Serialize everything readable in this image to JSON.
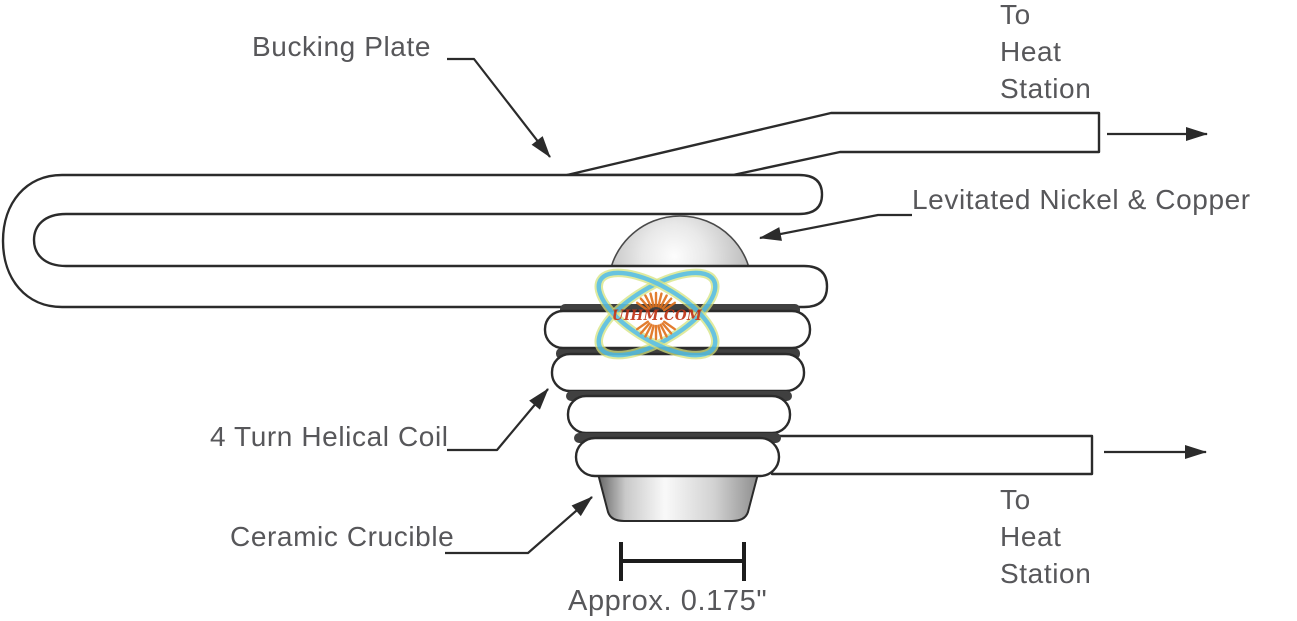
{
  "diagram": {
    "title_hint": "Induction levitation melting coil diagram",
    "labels": {
      "bucking_plate": "Bucking Plate",
      "to_heat_station_top": [
        "To",
        "Heat",
        "Station"
      ],
      "levitated_metal": "Levitated Nickel & Copper",
      "helical_coil": "4 Turn Helical Coil",
      "ceramic_crucible": "Ceramic Crucible",
      "dimension": "Approx. 0.175\"",
      "to_heat_station_bottom": [
        "To",
        "Heat",
        "Station"
      ]
    },
    "colors": {
      "line": "#2b2b2b",
      "label_text": "#57575a",
      "tube_fill": "#ffffff",
      "gap_shadow": "#404040"
    },
    "watermark": {
      "text": "UIHM.COM",
      "ring_color": "#54bde2",
      "halo_color": "#d3e27c",
      "text_color": "#c03517",
      "ray_color": "#e0721e"
    }
  }
}
